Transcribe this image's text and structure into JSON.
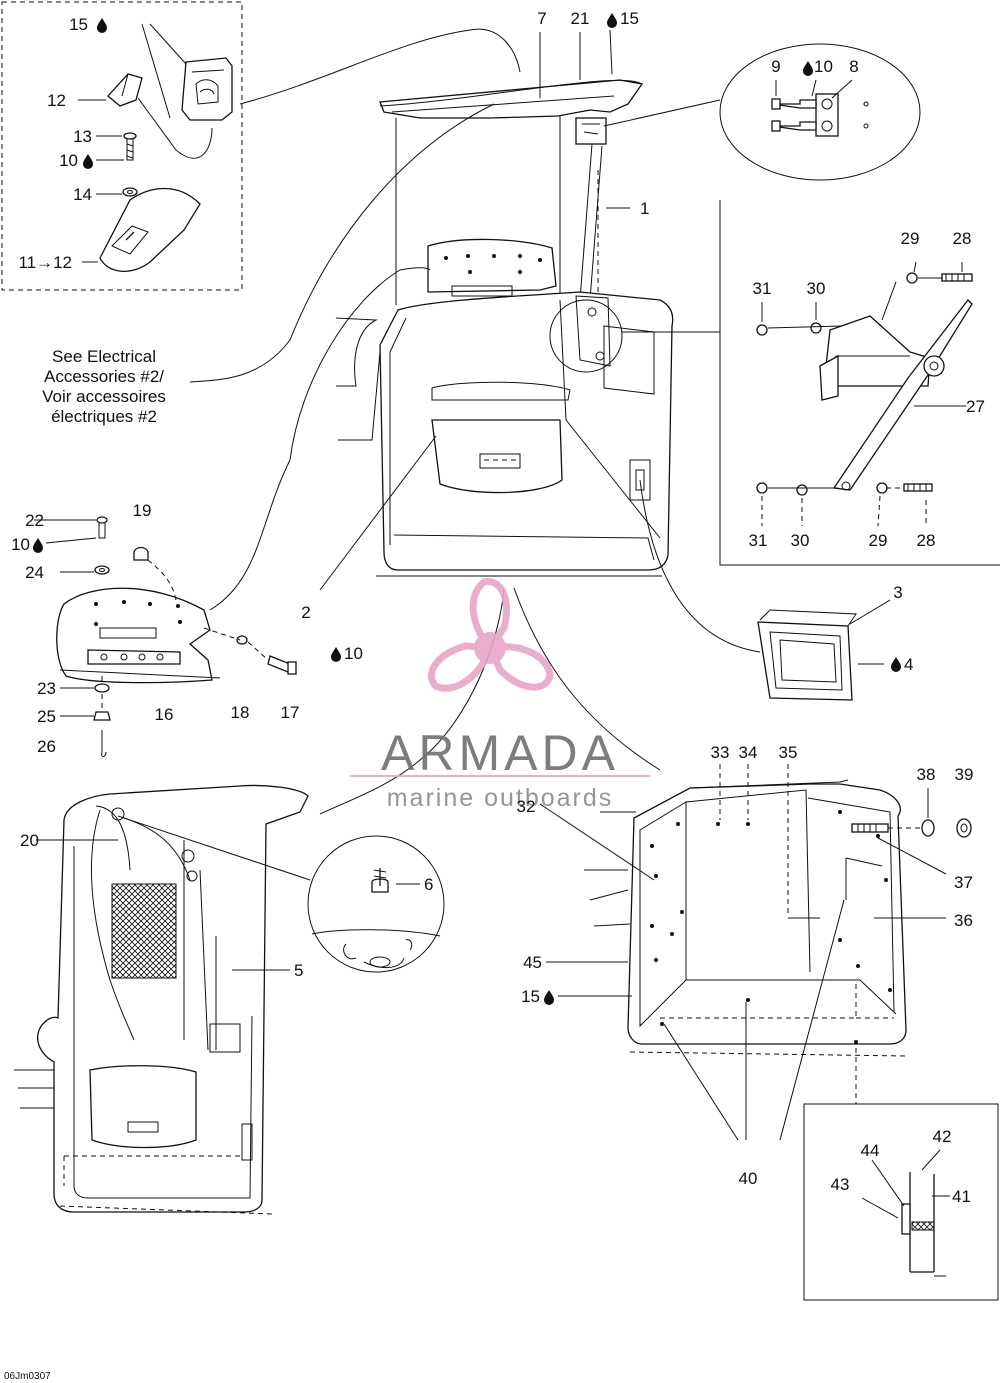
{
  "diagram": {
    "reference_code": "06Jm0307",
    "note_lines": [
      "See Electrical",
      "Accessories #2/",
      "Voir accessoires",
      "électriques #2"
    ],
    "watermark": {
      "brand": "ARMADA",
      "tagline": "marine outboards",
      "logo_icon": "propeller-logo-icon",
      "logo_color": "#e8a6c8"
    },
    "callouts": {
      "c1": "1",
      "c2": "2",
      "c3": "3",
      "c4": "4",
      "c5": "5",
      "c6": "6",
      "c7": "7",
      "c8": "8",
      "c9": "9",
      "c10a": "10",
      "c10b": "10",
      "c10c": "10",
      "c10d": "10",
      "c11_12": "11→12",
      "c12": "12",
      "c13": "13",
      "c14": "14",
      "c15a": "15",
      "c15b": "15",
      "c15c": "15",
      "c16": "16",
      "c17": "17",
      "c18": "18",
      "c19": "19",
      "c20": "20",
      "c21": "21",
      "c22": "22",
      "c23": "23",
      "c24": "24",
      "c25": "25",
      "c26": "26",
      "c27": "27",
      "c28a": "28",
      "c28b": "28",
      "c29a": "29",
      "c29b": "29",
      "c30a": "30",
      "c30b": "30",
      "c31a": "31",
      "c31b": "31",
      "c32": "32",
      "c33": "33",
      "c34": "34",
      "c35": "35",
      "c36": "36",
      "c37": "37",
      "c38": "38",
      "c39": "39",
      "c40": "40",
      "c41": "41",
      "c42": "42",
      "c43": "43",
      "c44": "44",
      "c45": "45"
    },
    "icons": {
      "drop": "drop-icon"
    }
  }
}
